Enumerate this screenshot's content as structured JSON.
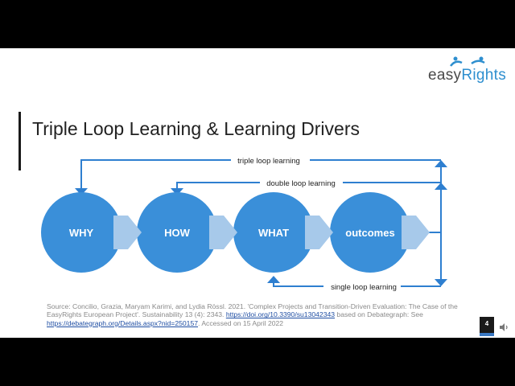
{
  "logo": {
    "prefix": "easy",
    "accent": "Rights"
  },
  "title": "Triple Loop Learning & Learning Drivers",
  "diagram": {
    "nodes": [
      "WHY",
      "HOW",
      "WHAT",
      "outcomes"
    ],
    "loops": {
      "triple": "triple loop learning",
      "double": "double loop learning",
      "single": "single loop learning"
    }
  },
  "colors": {
    "circle": "#3a8fd9",
    "chevron": "#a7c9ea",
    "line": "#2e7fd0",
    "link": "#1f4ea3"
  },
  "source": {
    "part1": "Source: Concilio, Grazia, Maryam Karimi, and Lydia Rössl. 2021. 'Complex Projects and Transition-Driven Evaluation: The Case of the EasyRights European Project'. Sustainability 13 (4): 2343. ",
    "link1": "https://doi.org/10.3390/su13042343",
    "part2": " based on Debategraph: See ",
    "link2": "https://debategraph.org/Details.aspx?nid=250157",
    "part3": ". Accessed on 15 April 2022"
  },
  "page_number": "4",
  "icons": {
    "speaker": "speaker-icon",
    "logo_figure": "people-icon"
  }
}
